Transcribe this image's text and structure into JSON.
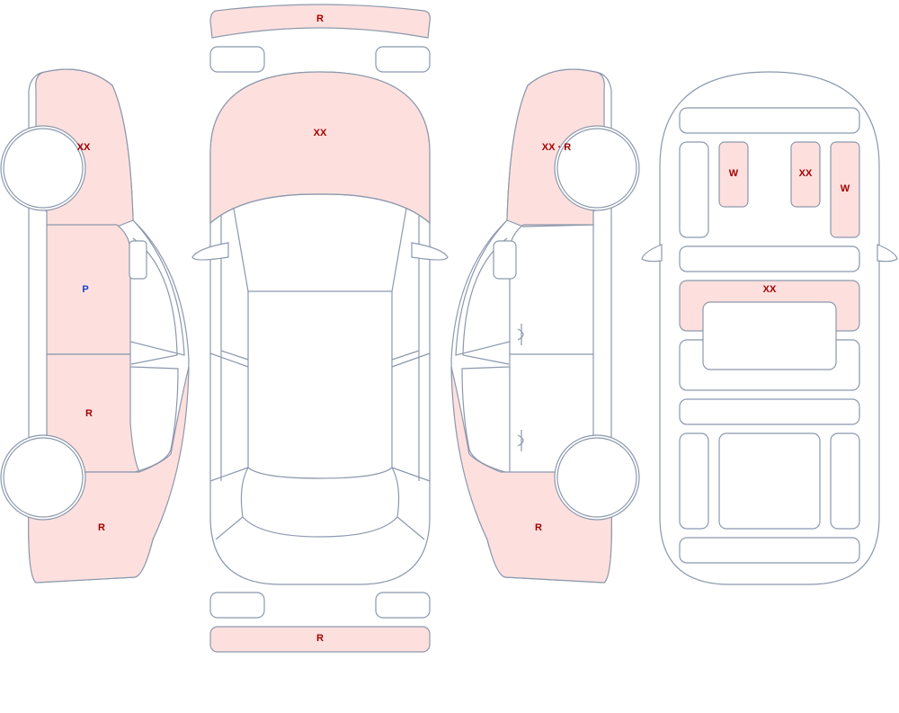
{
  "colors": {
    "damage_fill": "#fde0de",
    "outline": "#8c98ad",
    "label_red": "#a30000",
    "label_blue": "#1b3fd1"
  },
  "labels": {
    "front_bumper": "R",
    "hood": "XX",
    "rear_bumper": "R",
    "left_front_fender": "XX",
    "left_front_door": "P",
    "left_rear_door": "R",
    "left_rear_quarter": "R",
    "right_front_fender": "XX · R",
    "right_rear_quarter": "R",
    "interior_part_a": "W",
    "interior_part_b": "XX",
    "interior_part_c": "W",
    "dashboard": "XX"
  }
}
